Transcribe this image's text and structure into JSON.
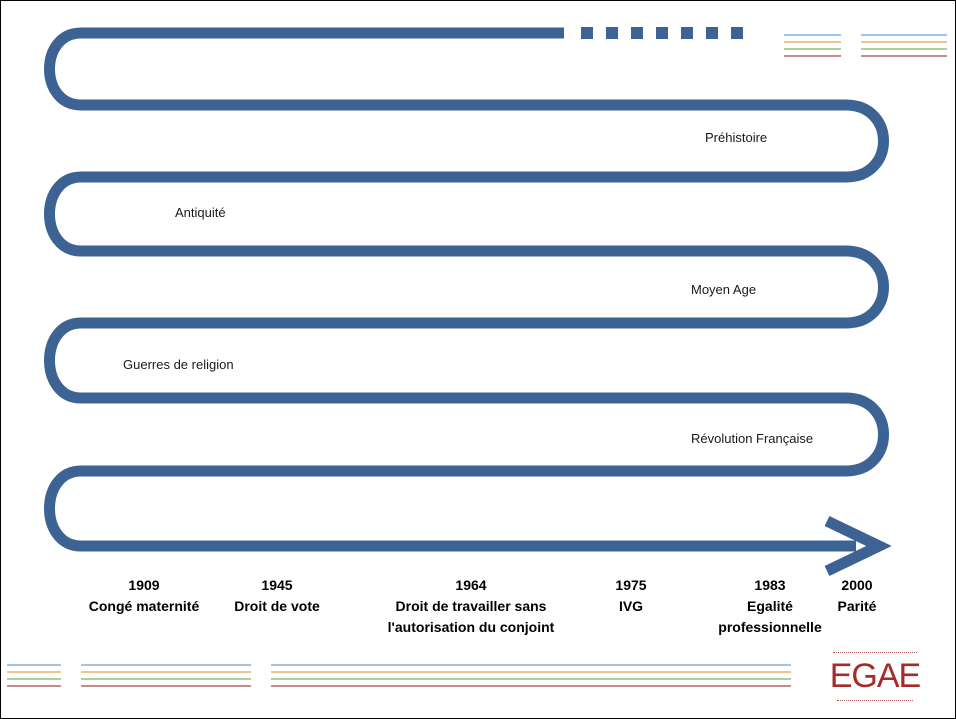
{
  "colors": {
    "path": "#3d6394",
    "accent_lines": [
      "#6aa0cf",
      "#e0a247",
      "#7fb06a",
      "#a8474a"
    ],
    "logo": "#a52a2a"
  },
  "periods": [
    "Préhistoire",
    "Antiquité",
    "Moyen Age",
    "Guerres de religion",
    "Révolution Française"
  ],
  "milestones": [
    {
      "year": "1909",
      "lines": [
        "Congé maternité"
      ]
    },
    {
      "year": "1945",
      "lines": [
        "Droit de vote"
      ]
    },
    {
      "year": "1964",
      "lines": [
        "Droit de travailler sans",
        "l'autorisation du conjoint"
      ]
    },
    {
      "year": "1975",
      "lines": [
        "IVG"
      ]
    },
    {
      "year": "1983",
      "lines": [
        "Egalité",
        "professionnelle"
      ]
    },
    {
      "year": "2000",
      "lines": [
        "Parité"
      ]
    }
  ],
  "logo": {
    "text": "EGAE"
  }
}
